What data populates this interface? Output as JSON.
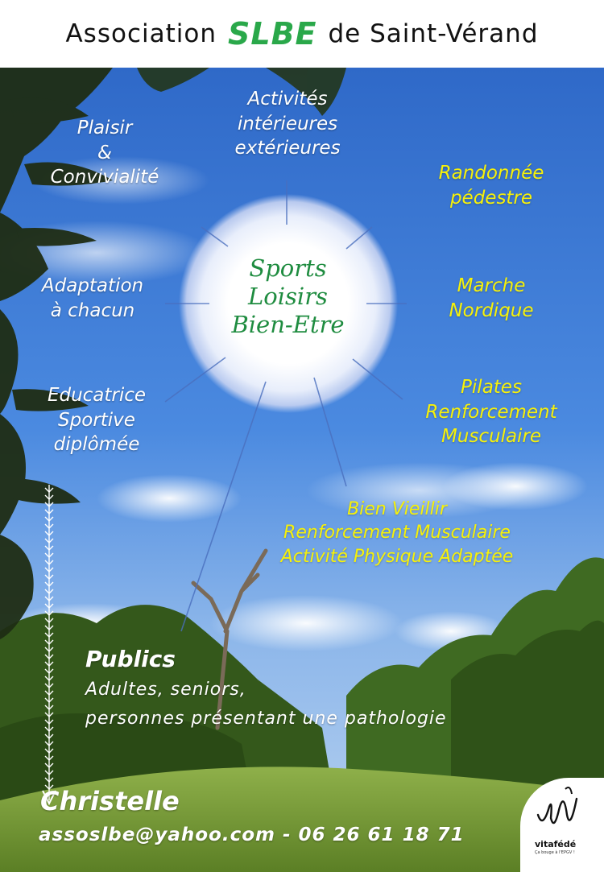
{
  "header": {
    "prefix": "Association",
    "brand": "SLBE",
    "suffix": "de Saint-Vérand"
  },
  "center": {
    "lines": [
      "Sports",
      "Loisirs",
      "Bien-Etre"
    ]
  },
  "labels": {
    "activites": [
      "Activités",
      "intérieures",
      "extérieures"
    ],
    "plaisir": [
      "Plaisir",
      "&",
      "Convivialité"
    ],
    "adaptation": [
      "Adaptation",
      "à chacun"
    ],
    "educatrice": [
      "Educatrice",
      "Sportive",
      "diplômée"
    ],
    "randonnee": [
      "Randonnée",
      "pédestre"
    ],
    "marche": [
      "Marche",
      "Nordique"
    ],
    "pilates": [
      "Pilates",
      "Renforcement",
      "Musculaire"
    ],
    "vieillir": [
      "Bien Vieillir",
      "Renforcement Musculaire",
      "Activité Physique Adaptée"
    ]
  },
  "publics": {
    "title": "Publics",
    "line1": "Adultes, seniors,",
    "line2": "personnes présentant une pathologie"
  },
  "contact": {
    "name": "Christelle",
    "details": "assoslbe@yahoo.com - 06 26 61 18 71"
  },
  "logo": {
    "name": "vitafédé",
    "slogan": "Ça bouge à l'EPGV !"
  },
  "colors": {
    "brand_green": "#2aa84a",
    "label_yellow": "#f6f10a",
    "sky_blue": "#3f7fd6"
  }
}
